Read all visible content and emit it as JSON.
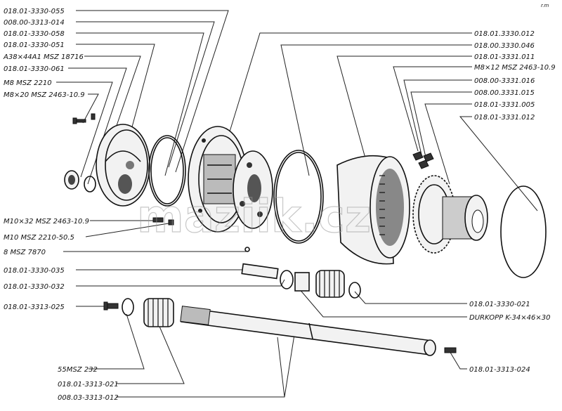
{
  "corner_mark": "r.m",
  "watermark": "maziik.cz",
  "labels_left": [
    "018.01-3330-055",
    "008.00-3313-014",
    "018.01-3330-058",
    "018.01-3330-051",
    "A38×44A1 MSZ 18716",
    "018.01-3330-061",
    "M8 MSZ 2210",
    "M8×20 MSZ 2463-10.9"
  ],
  "labels_right": [
    "018.01.3330.012",
    "018.00.3330.046",
    "018.01-3331.011",
    "M8×12 MSZ 2463-10.9",
    "008.00-3331.016",
    "008.00.3331.015",
    "018.01-3331.005",
    "018.01-3331.012"
  ],
  "labels_mid_left": [
    "M10×32 MSZ 2463-10.9",
    "M10 MSZ 2210-50.5",
    "8 MSZ 7870",
    "018.01-3330-035",
    "018.01-3330-032",
    "018.01-3313-025"
  ],
  "labels_bottom": [
    "55MSZ 232",
    "018.01-3313-021",
    "008.03-3313-012"
  ],
  "labels_bottom_right": [
    "018.01-3330-021",
    "DURKOPP K-34×46×30",
    "018.01-3313-024"
  ]
}
